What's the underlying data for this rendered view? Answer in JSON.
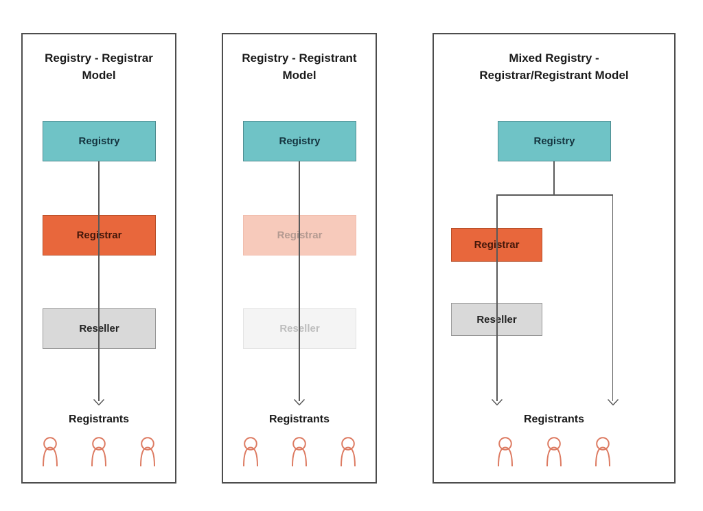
{
  "colors": {
    "panel_border": "#4d4d4d",
    "line": "#595959",
    "title_text": "#1a1a1a",
    "teal_fill": "#6fc3c6",
    "teal_border": "#4e8c90",
    "teal_text": "#14343f",
    "orange_fill": "#e8673c",
    "orange_border": "#b64d27",
    "orange_text": "#44170a",
    "gray_fill": "#d9d9d9",
    "gray_border": "#979797",
    "gray_text": "#212121",
    "faded_orange_fill": "#f7cabb",
    "faded_orange_border": "#f0bcac",
    "faded_orange_text": "#b49a91",
    "faded_gray_fill": "#f4f4f4",
    "faded_gray_border": "#e3e3e3",
    "faded_gray_text": "#bdbdbd",
    "person": "#dd7b62"
  },
  "panels": [
    {
      "title_lines": [
        "Registry - Registrar",
        "Model"
      ],
      "nodes": {
        "registry": "Registry",
        "registrar": "Registrar",
        "reseller": "Reseller"
      },
      "registrants_label": "Registrants",
      "registrant_count": 3
    },
    {
      "title_lines": [
        "Registry - Registrant",
        "Model"
      ],
      "nodes": {
        "registry": "Registry",
        "registrar": "Registrar",
        "reseller": "Reseller"
      },
      "registrants_label": "Registrants",
      "registrant_count": 3
    },
    {
      "title_lines": [
        "Mixed Registry -",
        "Registrar/Registrant Model"
      ],
      "nodes": {
        "registry": "Registry",
        "registrar": "Registrar",
        "reseller": "Reseller"
      },
      "registrants_label": "Registrants",
      "registrant_count": 3
    }
  ]
}
